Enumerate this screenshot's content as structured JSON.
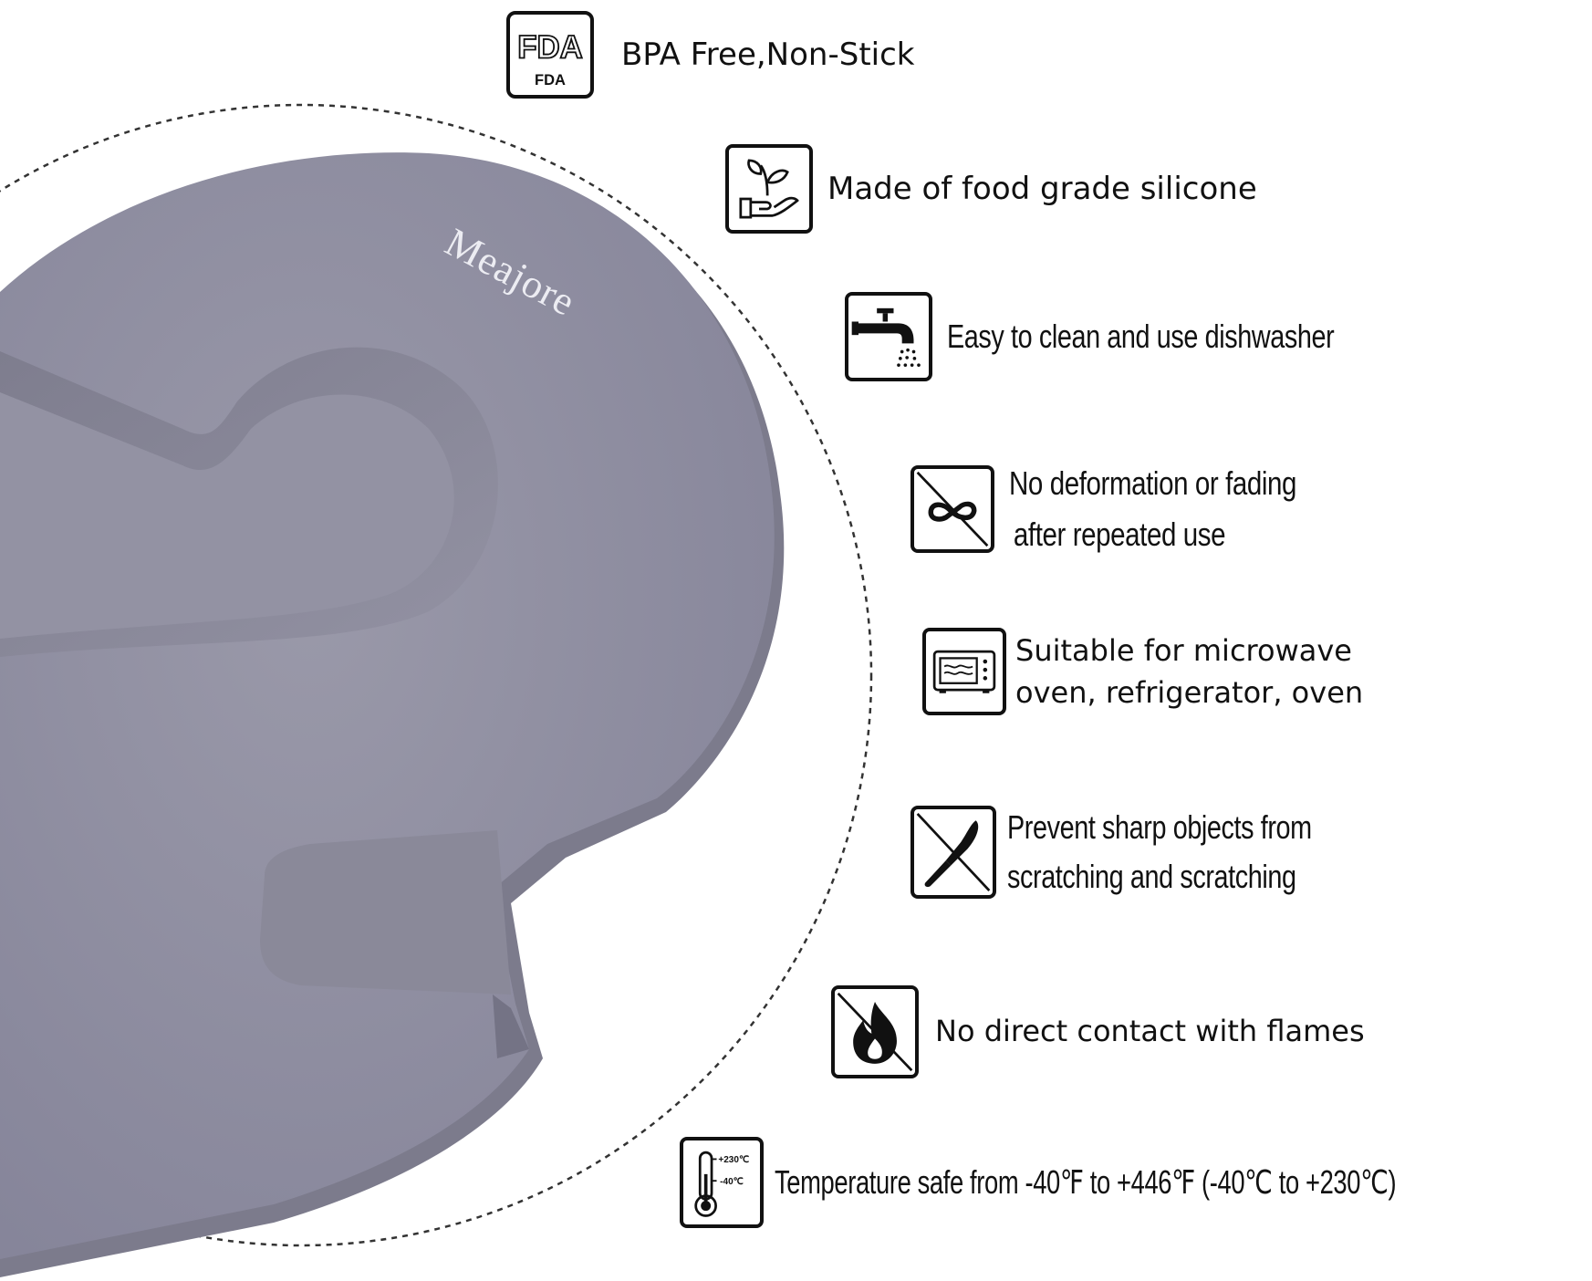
{
  "product": {
    "brand": "Meajore",
    "colors": {
      "mold": "#8f8e9e",
      "mold_shadow": "#7a7989",
      "mold_highlight": "#9d9cab",
      "dashed_circle": "#333333",
      "icon_stroke": "#111111"
    }
  },
  "features": [
    {
      "icon": "fda-icon",
      "icon_label_top": "FDA",
      "icon_label_bottom": "FDA",
      "lines": [
        "BPA Free,Non-Stick"
      ]
    },
    {
      "icon": "hand-plant-icon",
      "lines": [
        "Made of food grade silicone"
      ]
    },
    {
      "icon": "faucet-icon",
      "lines": [
        "Easy to clean and use dishwasher"
      ]
    },
    {
      "icon": "no-deformation-icon",
      "lines": [
        "No deformation or fading",
        "after repeated use"
      ]
    },
    {
      "icon": "microwave-icon",
      "lines": [
        "Suitable for microwave",
        "oven, refrigerator, oven"
      ]
    },
    {
      "icon": "no-knife-icon",
      "lines": [
        "Prevent sharp objects from",
        "scratching and scratching"
      ]
    },
    {
      "icon": "no-flame-icon",
      "lines": [
        "No direct contact with flames"
      ]
    },
    {
      "icon": "thermometer-icon",
      "icon_label_top": "+230℃",
      "icon_label_bottom": "-40℃",
      "lines": [
        "Temperature safe from -40℉ to +446℉ (-40℃ to +230℃)"
      ]
    }
  ]
}
